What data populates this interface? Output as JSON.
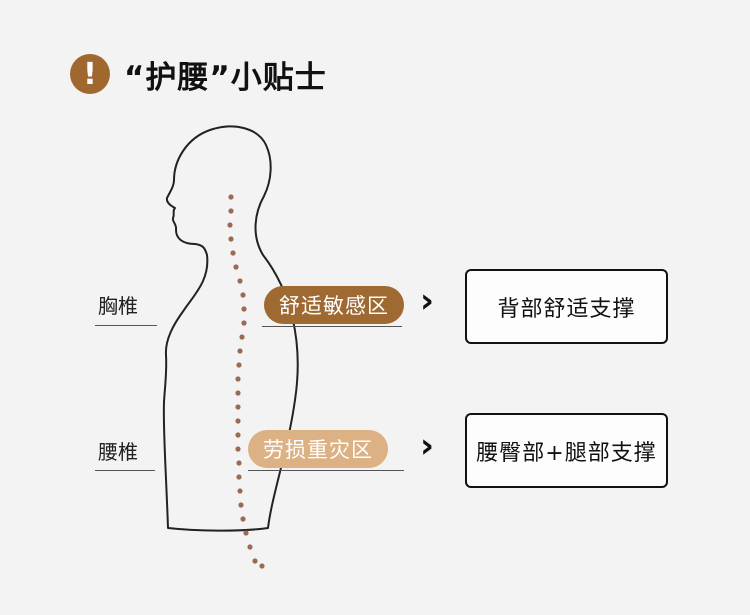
{
  "header": {
    "icon": "exclamation-icon",
    "mark": "!",
    "title": "“护腰”小贴士"
  },
  "labels": {
    "thoracic": "胸椎",
    "lumbar": "腰椎"
  },
  "zones": {
    "thoracic_zone": "舒适敏感区",
    "lumbar_zone": "劳损重灾区"
  },
  "arrow": "›",
  "supports": {
    "thoracic_support": "背部舒适支撑",
    "lumbar_support": "腰臀部+腿部支撑"
  },
  "colors": {
    "accent_dark": "#9f6a31",
    "accent_light": "#dcb184",
    "spine_dot": "#9a6b52"
  }
}
